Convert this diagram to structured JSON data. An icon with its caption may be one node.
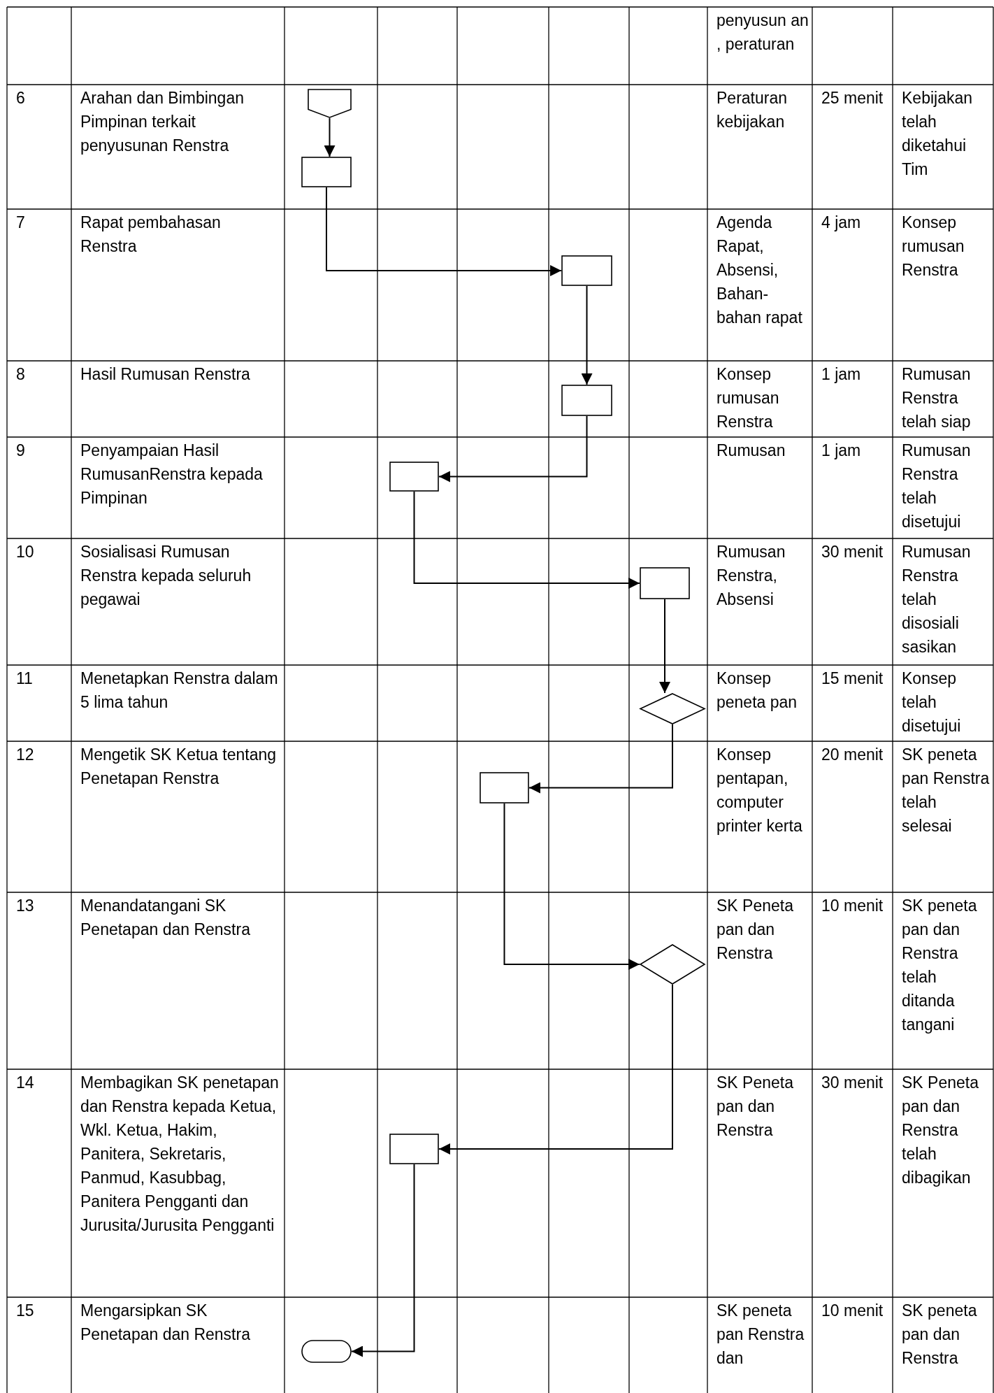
{
  "diagram": {
    "nodes": [
      {
        "text": [],
        "shape": "pentagon"
      },
      {
        "text": [],
        "shape": "box"
      },
      {
        "text": [],
        "shape": "box"
      },
      {
        "text": [],
        "shape": "box"
      },
      {
        "text": [],
        "shape": "box"
      },
      {
        "text": [],
        "shape": "box"
      },
      {
        "text": [],
        "shape": "diamond"
      },
      {
        "text": [],
        "shape": "box"
      },
      {
        "text": [],
        "shape": "diamond"
      },
      {
        "text": [],
        "shape": "box"
      },
      {
        "text": [],
        "shape": "oval"
      }
    ],
    "edges": [
      {
        "from": 0,
        "to": 1,
        "arrow": "to"
      },
      {
        "from": 1,
        "to": 2,
        "arrow": "to"
      },
      {
        "from": 2,
        "to": 3,
        "arrow": "to"
      },
      {
        "from": 3,
        "to": 4,
        "arrow": "to"
      },
      {
        "from": 4,
        "to": 5,
        "arrow": "to"
      },
      {
        "from": 5,
        "to": 6,
        "arrow": "to"
      },
      {
        "from": 6,
        "to": 7,
        "arrow": "to"
      },
      {
        "from": 7,
        "to": 8,
        "arrow": "to"
      },
      {
        "from": 8,
        "to": 9,
        "arrow": "to"
      },
      {
        "from": 9,
        "to": 10,
        "arrow": "to"
      }
    ],
    "labels": [
      "penyusun an , peraturan",
      "6",
      "Arahan dan Bimbingan Pimpinan terkait penyusunan Renstra",
      "Peraturan kebijakan",
      "25 menit",
      "Kebijakan telah diketahui Tim",
      "7",
      "Rapat pembahasan Renstra",
      "Agenda Rapat, Absensi, Bahan- bahan rapat",
      "4 jam",
      "Konsep rumusan Renstra",
      "8",
      "Hasil Rumusan Renstra",
      "Konsep rumusan Renstra",
      "1 jam",
      "Rumusan Renstra telah siap",
      "9",
      "Penyampaian Hasil RumusanRenstra kepada Pimpinan",
      "Rumusan",
      "1 jam",
      "Rumusan Renstra telah disetujui",
      "10",
      "Sosialisasi Rumusan Renstra kepada seluruh pegawai",
      "Rumusan Renstra, Absensi",
      "30 menit",
      "Rumusan Renstra telah disosiali sasikan",
      "11",
      "Menetapkan Renstra dalam 5 lima tahun",
      "Konsep peneta pan",
      "15 menit",
      "Konsep telah disetujui",
      "12",
      "Mengetik SK Ketua tentang Penetapan Renstra",
      "Konsep pentapan, computer printer kerta",
      "20 menit",
      "SK peneta pan Renstra telah selesai",
      "13",
      "Menandatangani SK Penetapan dan Renstra",
      "SK Peneta pan dan Renstra",
      "10 menit",
      "SK peneta pan dan Renstra telah ditanda tangani",
      "14",
      "Membagikan SK penetapan dan Renstra kepada Ketua, Wkl. Ketua, Hakim, Panitera, Sekretaris, Panmud, Kasubbag, Panitera Pengganti dan Jurusita/Jurusita Pengganti",
      "SK Peneta pan dan Renstra",
      "30 menit",
      "SK Peneta pan dan Renstra telah dibagikan",
      "15",
      "Mengarsipkan SK Penetapan dan Renstra",
      "SK peneta pan Renstra dan",
      "10 menit",
      "SK peneta pan dan Renstra"
    ]
  }
}
